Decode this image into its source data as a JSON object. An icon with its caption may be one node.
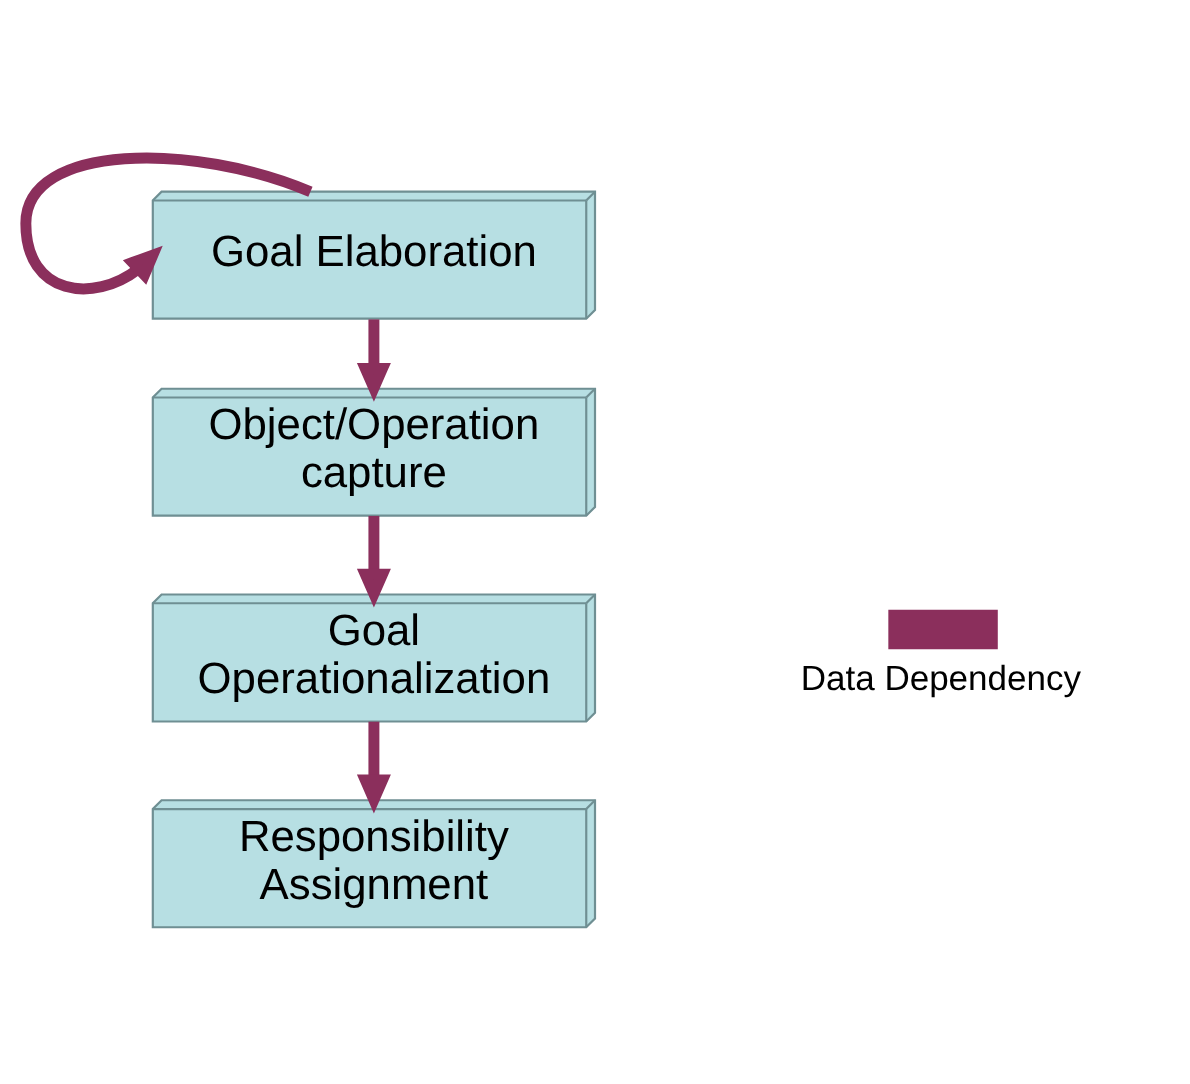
{
  "diagram": {
    "nodes": [
      {
        "text": [
          "Goal Elaboration"
        ]
      },
      {
        "text": [
          "Object/Operation capture"
        ]
      },
      {
        "text": [
          "Goal Operationalization"
        ]
      },
      {
        "text": [
          "Responsibility Assignment"
        ]
      }
    ],
    "edges": [
      {
        "from": 0,
        "to": 0,
        "arrow": "to"
      },
      {
        "from": 0,
        "to": 1,
        "arrow": "to"
      },
      {
        "from": 1,
        "to": 2,
        "arrow": "to"
      },
      {
        "from": 2,
        "to": 3,
        "arrow": "to"
      }
    ],
    "legend": [
      {
        "text": "Data Dependency"
      }
    ]
  }
}
